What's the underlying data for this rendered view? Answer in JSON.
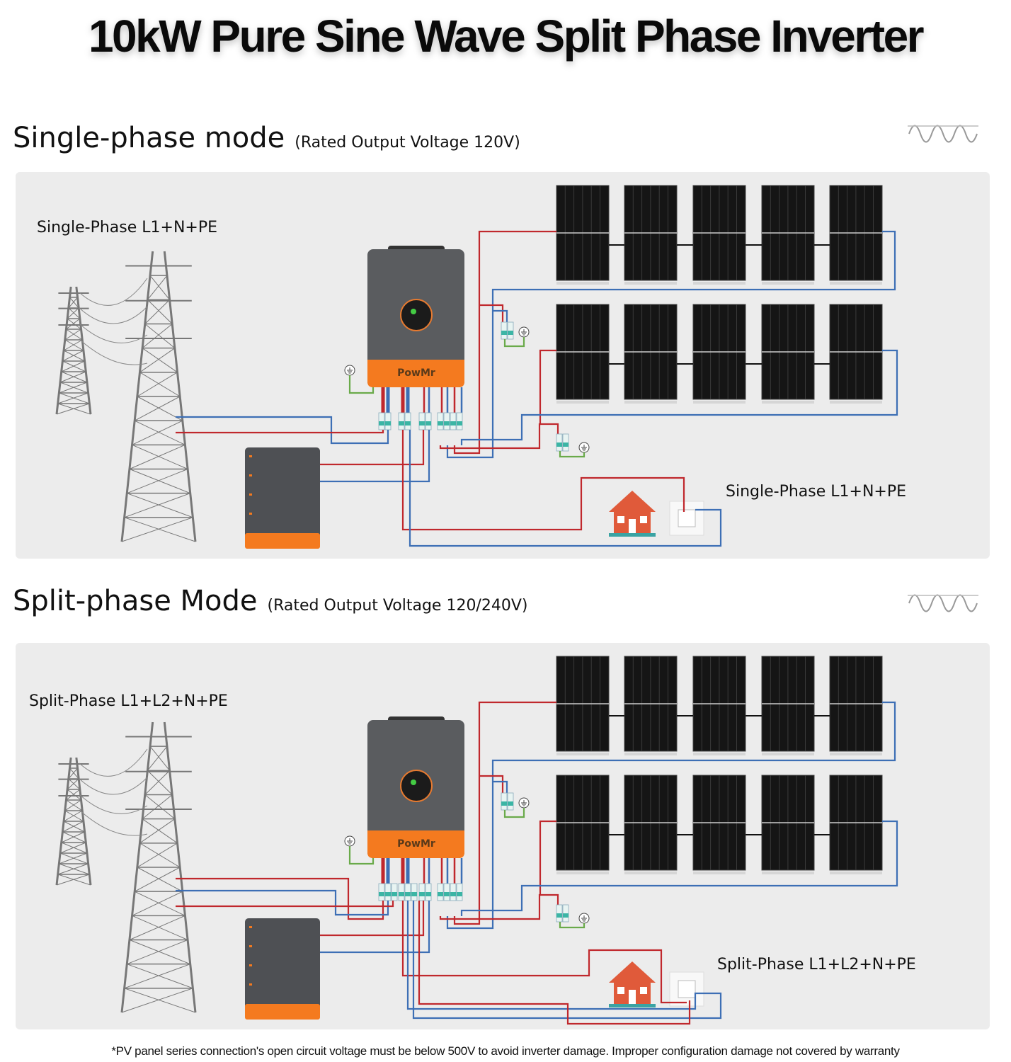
{
  "title": "10kW Pure Sine Wave Split Phase Inverter",
  "sections": [
    {
      "heading": "Single-phase mode",
      "subheading": "(Rated Output Voltage 120V)",
      "grid_label": "Single-Phase L1+N+PE",
      "load_label": "Single-Phase L1+N+PE",
      "mode": "single"
    },
    {
      "heading": "Split-phase Mode",
      "subheading": "(Rated Output Voltage 120/240V)",
      "grid_label": "Split-Phase L1+L2+N+PE",
      "load_label": "Split-Phase L1+L2+N+PE",
      "mode": "split"
    }
  ],
  "inverter_brand": "PowMr",
  "footnote": "*PV panel series connection's open circuit voltage must be below 500V to avoid inverter damage. Improper configuration damage not covered by warranty",
  "colors": {
    "wire_live": "#c0282d",
    "wire_neutral": "#3d6fb5",
    "wire_ground": "#6aaa4a",
    "inverter_body": "#5a5c5f",
    "inverter_accent": "#f47a1f",
    "house": "#e05a3a",
    "panel_bg": "#ececec"
  }
}
